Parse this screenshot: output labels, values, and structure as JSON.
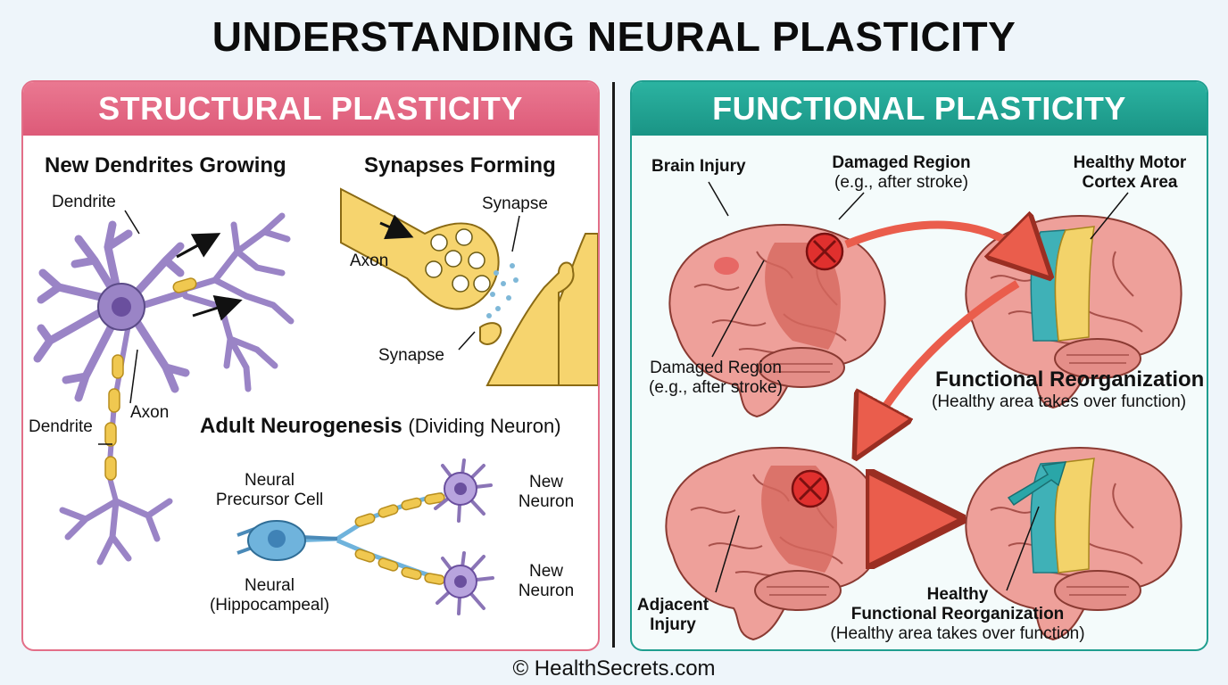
{
  "title": "UNDERSTANDING NEURAL PLASTICITY",
  "left_panel": {
    "header": "STRUCTURAL PLASTICITY",
    "dendrites": {
      "heading": "New Dendrites Growing",
      "label_dendrite_top": "Dendrite",
      "label_axon": "Axon",
      "label_dendrite_bottom": "Dendrite"
    },
    "synapses": {
      "heading": "Synapses Forming",
      "label_synapse_top": "Synapse",
      "label_axon": "Axon",
      "label_synapse_bottom": "Synapse"
    },
    "neurogenesis": {
      "heading": "Adult Neurogenesis",
      "heading_suffix": "(Dividing Neuron)",
      "label_precursor_line1": "Neural",
      "label_precursor_line2": "Precursor Cell",
      "label_neural": "Neural",
      "label_hippocampeal": "(Hippocampeal)",
      "label_new_neuron_1_line1": "New",
      "label_new_neuron_1_line2": "Neuron",
      "label_new_neuron_2_line1": "New",
      "label_new_neuron_2_line2": "Neuron"
    }
  },
  "right_panel": {
    "header": "FUNCTIONAL PLASTICITY",
    "label_brain_injury": "Brain Injury",
    "label_damaged_region_top_line1": "Damaged Region",
    "label_damaged_region_top_line2": "(e.g., after stroke)",
    "label_healthy_motor_line1": "Healthy Motor",
    "label_healthy_motor_line2": "Cortex Area",
    "label_damaged_region_bottom_line1": "Damaged Region",
    "label_damaged_region_bottom_line2": "(e.g., after stroke)",
    "reorg_heading": "Functional Reorganization",
    "reorg_sub": "(Healthy area takes over function)",
    "label_adjacent_line1": "Adjacent",
    "label_adjacent_line2": "Injury",
    "label_healthy_reorg_line1": "Healthy",
    "label_healthy_reorg_line2": "Functional Reorganization",
    "label_healthy_reorg_line3": "(Healthy area takes over function)"
  },
  "footer": "© HealthSecrets.com",
  "colors": {
    "structural_header": "#e0607c",
    "functional_header": "#1f9e8f",
    "neuron_purple": "#9a84c6",
    "precursor_blue": "#6fb3dc",
    "axon_yellow": "#f0c850",
    "brain_pink": "#eea09a",
    "damage_red": "#d93b3b",
    "motor_teal": "#3fb1b7",
    "motor_yellow": "#f3d36a",
    "arrow_red": "#ea5d4c"
  }
}
